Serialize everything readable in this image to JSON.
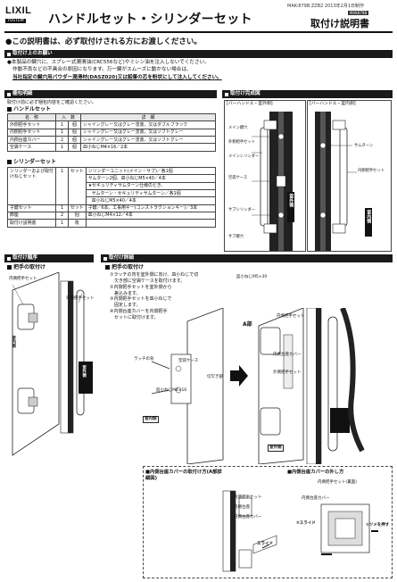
{
  "header": {
    "brand": "LIXIL",
    "brand_tag": "TOSTEM",
    "title": "ハンドルセット・シリンダーセット",
    "subtitle": "取付け説明書",
    "doc_meta": "MAK-879B ZZB2 2013年2月1日制作",
    "doc_mark": "MAK879B"
  },
  "notice": "●この説明書は、必ず取付けされる方にお渡しください。",
  "caution": {
    "bar": "取付け上のお願い",
    "line1": "●本製品の鍵穴に、スプレー式潤滑油(CRC556など)やミシン油を注入しないでください。",
    "line2": "作動不良などの不具合の原因になります。万一鍵がスムーズに動かない場合は、",
    "line3": "当社指定の鍵穴用パウダー潤滑材(DASZ020)又は鉛筆の芯を粉状にして注入してください。"
  },
  "parts": {
    "bar": "梱包明細",
    "note": "取付け前に必ず梱包内容をご確認ください。",
    "handle_heading": "ハンドルセット",
    "cylinder_heading": "シリンダーセット",
    "col_name": "名　称",
    "col_qty": "入　数",
    "col_spec": "詳　細",
    "handle_rows": [
      {
        "name": "外側把手セット",
        "qty": "1",
        "unit": "個",
        "spec": "シャイングレー又はグレー塗装、又はダブルブラック"
      },
      {
        "name": "内側把手セット",
        "qty": "1",
        "unit": "個",
        "spec": "シャイングレー又はグレー塗装、又はソフトグレー"
      },
      {
        "name": "内側台座カバー",
        "qty": "2",
        "unit": "個",
        "spec": "シャイングレー又はグレー塗装、又はソフトグレー"
      },
      {
        "name": "空袋ケース",
        "qty": "1",
        "unit": "個",
        "spec": "皿小ねじM4×16／2本"
      }
    ],
    "cyl_rows": [
      {
        "name": "シリンダーおよび取付けねじセット",
        "qty": "1",
        "unit": "セット",
        "spec": "シリンダーユニット(メイン・サブ)／各1個"
      },
      {
        "name": "",
        "qty": "",
        "unit": "",
        "spec": "サムターン2個、皿小ねじM5×40／4本"
      },
      {
        "name": "",
        "qty": "",
        "unit": "",
        "spec": "★セキュリティサムターン仕様のとき、"
      },
      {
        "name": "",
        "qty": "",
        "unit": "",
        "spec": "サムターン・セキュリティサムターン／各1個"
      },
      {
        "name": "",
        "qty": "",
        "unit": "",
        "spec": "皿小ねじM5×40／4本"
      },
      {
        "name": "子鍵セット",
        "qty": "1",
        "unit": "セット",
        "spec": "子鍵／6本、工事用キー(コンストラクションキー)／3本"
      },
      {
        "name": "飾座",
        "qty": "2",
        "unit": "個",
        "spec": "皿小ねじM4×12／4本"
      },
      {
        "name": "取付け説明書",
        "qty": "1",
        "unit": "枚",
        "spec": ""
      }
    ]
  },
  "completion": {
    "bar": "取付け完成図",
    "left_title": "[バーハンドル・室外側]",
    "right_title": "[バーハンドル・室内側]",
    "labels": {
      "main_cyl": "メイン鍵穴",
      "outer_handle": "外側把手セット",
      "main_cylinder": "メインシリンダー",
      "empty_case": "空袋ケース",
      "sub_cylinder": "サブシリンダー",
      "sub_keyhole": "サブ鍵穴",
      "thumbturn": "サムターン",
      "inner_handle": "内側把手セット",
      "outside": "室外側",
      "inside": "室内側"
    }
  },
  "procedure": {
    "bar": "取付け順序",
    "heading": "把手の取付け",
    "label_inner": "内側把手セット",
    "label_outer": "外側把手セット",
    "inside": "室内側",
    "outside": "室外側"
  },
  "detail": {
    "bar": "取付け詳細",
    "heading": "把手の取付け",
    "steps": [
      "①ラッチの背を室外側に向け、皿小ねじで切",
      "　欠き部に空袋ケースを取付けます。",
      "②内側把手セットを室外側から",
      "　差込みます。",
      "③内側把手セットを皿小ねじで",
      "　固定します。",
      "④内側台座カバーを内側把手",
      "　セットに取付けます。"
    ],
    "labels": {
      "screw_m5": "皿小ねじM5×30",
      "inner_handle": "内側把手セット",
      "part_a": "A部",
      "latch_back": "ラッチの背",
      "empty_case": "空袋ケース",
      "screw_m4": "皿小ねじM4×16",
      "notch": "切欠き部",
      "inner_cover": "内側台座カバー",
      "outer_handle": "外側把手セット",
      "inside": "室内側",
      "outside": "室外側"
    }
  },
  "mount": {
    "heading": "■内側台座カバーの取付け方(A部詳細図)",
    "labels": {
      "inner_handle": "内側把手セット",
      "inner_base": "内側台座",
      "inner_cover": "内側台座カバー",
      "slide": "スライド"
    }
  },
  "remove": {
    "heading": "■内側台座カバーの外し方",
    "labels": {
      "inner_handle_back": "内側把手セット(裏面)",
      "inner_cover": "内側台座カバー",
      "slide": "②スライド",
      "push": "①ツメを押す"
    }
  }
}
